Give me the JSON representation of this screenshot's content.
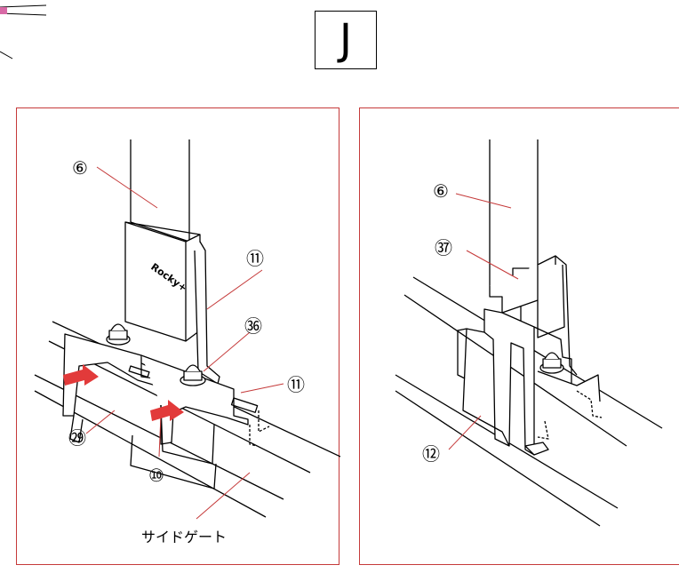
{
  "step_letter": "J",
  "left_panel": {
    "callouts": {
      "post": "⑥",
      "bracket_top": "⑪",
      "nut": "㊱",
      "bracket_right": "⑪",
      "plate": "㉙",
      "clip": "⑩"
    },
    "side_gate_label": "サイドゲート",
    "brand_text": "Rocky+"
  },
  "right_panel": {
    "callouts": {
      "post": "⑥",
      "bolt": "㊲",
      "cover": "⑫"
    }
  },
  "colors": {
    "frame": "#c53a3a",
    "leader": "#c53a3a",
    "arrow": "#e23a3a",
    "line": "#000000"
  }
}
